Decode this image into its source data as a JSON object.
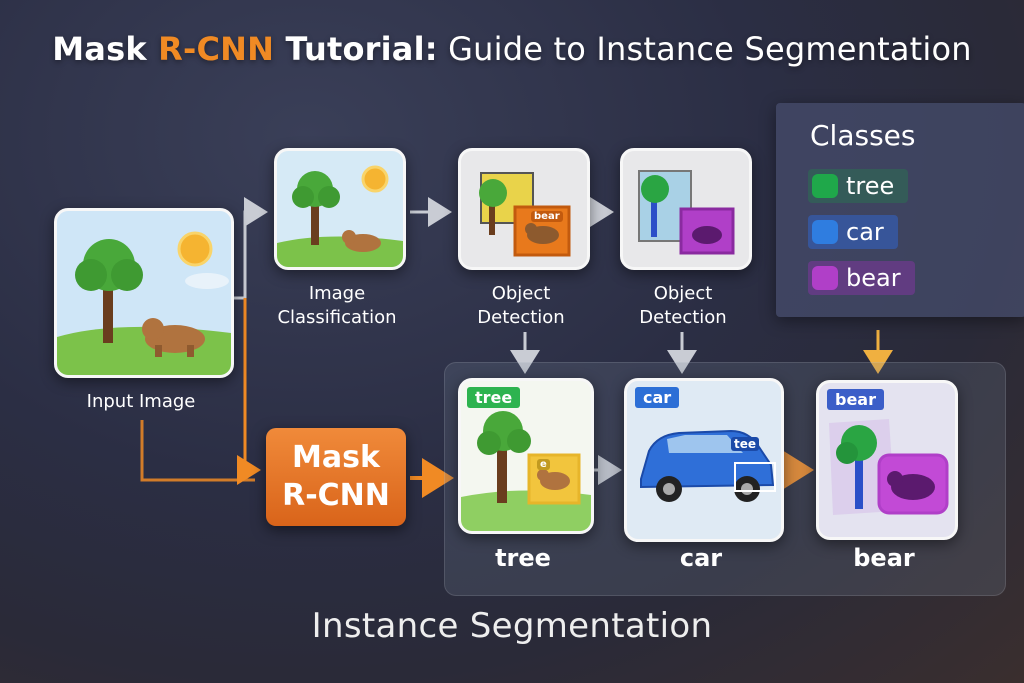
{
  "title": {
    "part1": "Mask ",
    "part2": "R-CNN",
    "part3": " Tutorial:",
    "part4": " Guide to Instance Segmentation"
  },
  "labels": {
    "input_image": "Input Image",
    "image_classification_1": "Image",
    "image_classification_2": "Classification",
    "object_detection_a_1": "Object",
    "object_detection_a_2": "Detection",
    "object_detection_b_1": "Object",
    "object_detection_b_2": "Detection"
  },
  "mask_rcnn": {
    "line1": "Mask",
    "line2": "R-CNN"
  },
  "classes": {
    "title": "Classes",
    "items": [
      {
        "label": "tree",
        "color": "#1fa84a"
      },
      {
        "label": "car",
        "color": "#2f7de0"
      },
      {
        "label": "bear",
        "color": "#b03fc8"
      }
    ]
  },
  "segmentation": {
    "title": "Instance Segmentation",
    "results": [
      {
        "tag": "tree",
        "caption": "tree",
        "tag_color": "#2db34f"
      },
      {
        "tag": "car",
        "caption": "car",
        "tag_color": "#2c6fd6"
      },
      {
        "tag": "bear",
        "caption": "bear",
        "tag_color": "#3b5ec8"
      }
    ]
  },
  "detection_tags": {
    "bear_box": "bear",
    "car_inner": "tee",
    "bear_small": "e"
  },
  "colors": {
    "accent_orange": "#f08a24",
    "arrow_gray": "#c9ccd4"
  }
}
